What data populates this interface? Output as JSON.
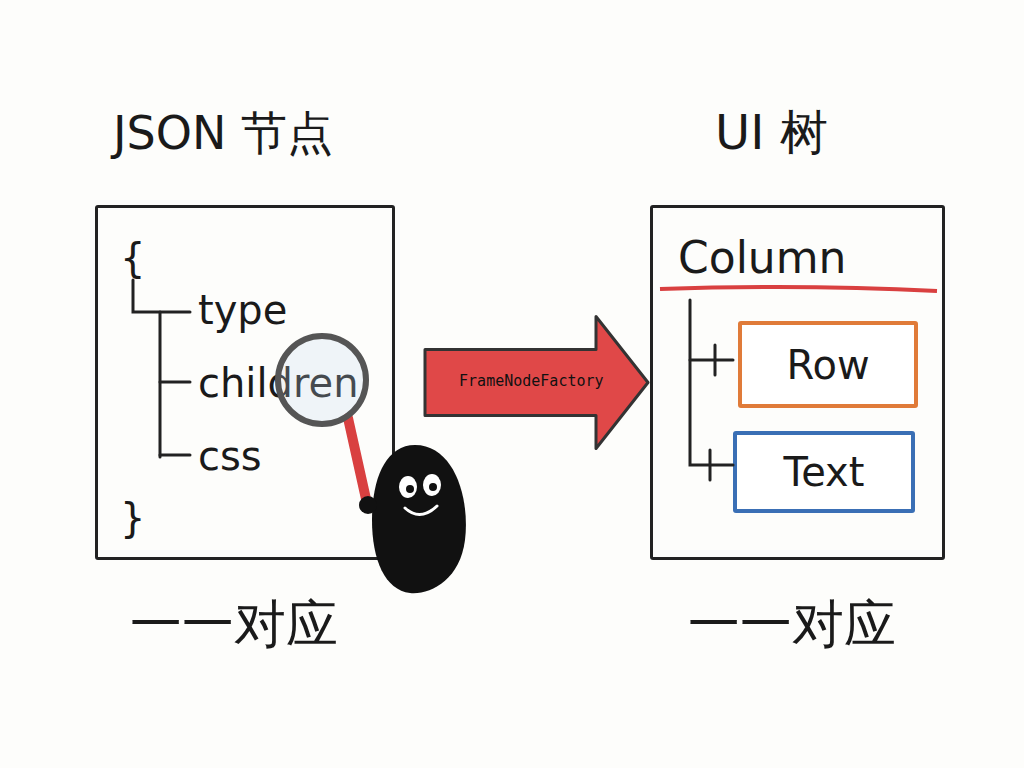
{
  "diagram": {
    "nodes": [
      {
        "text": [
          "JSON 节点",
          "{",
          "type",
          "children",
          "css",
          "}"
        ]
      },
      {
        "text": [
          "UI 树",
          "Column"
        ]
      },
      {
        "text": [
          "Row"
        ],
        "in": 1
      },
      {
        "text": [
          "Text"
        ],
        "in": 1
      }
    ],
    "edges": [
      {
        "from": 0,
        "to": 1,
        "arrow": "to",
        "label": "FrameNodeFactory"
      }
    ],
    "labels": [
      "一一对应",
      "一一对应"
    ]
  }
}
